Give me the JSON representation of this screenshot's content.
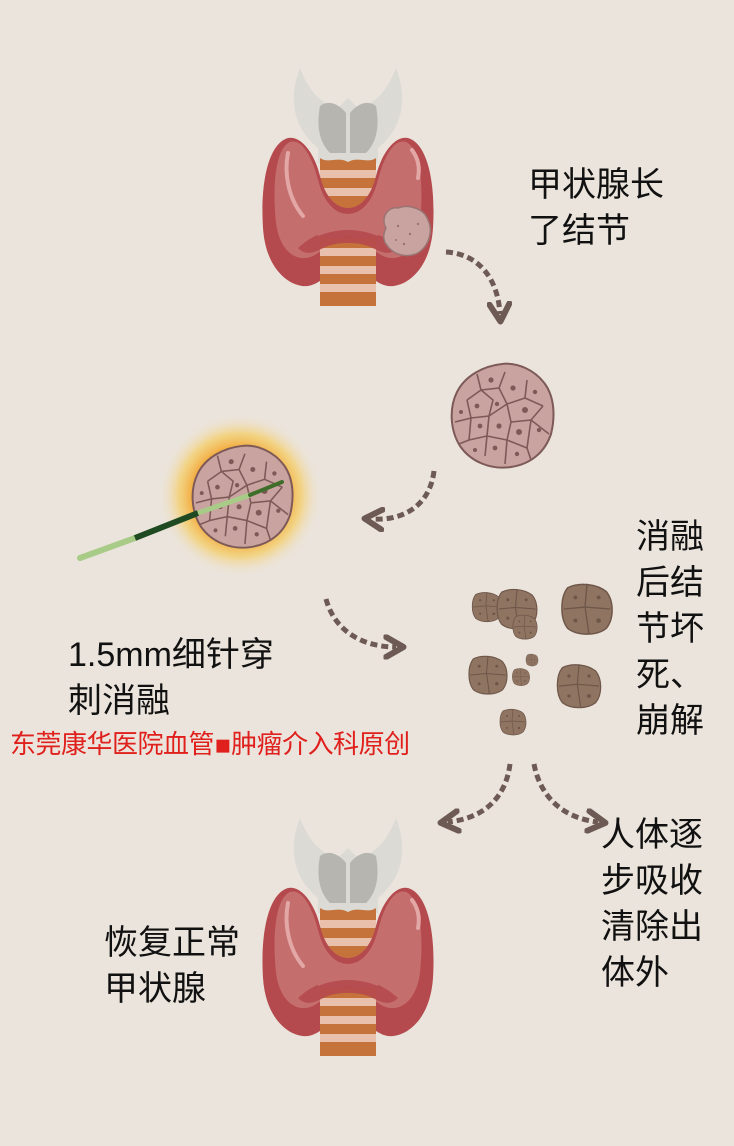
{
  "colors": {
    "background": "#ebe4dc",
    "thyroid_main": "#c46e6e",
    "thyroid_dark": "#b54a4e",
    "trachea_orange": "#c5733a",
    "trachea_light": "#e8c0ac",
    "larynx_light": "#dcdad5",
    "larynx_dark": "#b7b5b0",
    "nodule_pink": "#c9a3a0",
    "nodule_outline": "#7d5a58",
    "necrotic_brown": "#8f7462",
    "arrow": "#6e5a55",
    "credit_red": "#e0201c"
  },
  "steps": [
    {
      "id": "nodule",
      "label": "甲状腺长\n了结节"
    },
    {
      "id": "ablation",
      "label": "1.5mm细针穿\n刺消融"
    },
    {
      "id": "necrosis",
      "label": "消融\n后结\n节坏\n死、\n崩解"
    },
    {
      "id": "absorb",
      "label": "人体逐\n步吸收\n清除出\n体外"
    },
    {
      "id": "normal",
      "label": "恢复正常\n甲状腺"
    }
  ],
  "credit": "东莞康华医院血管▪肿瘤介入科原创",
  "icons": [
    "thyroid-with-nodule-icon",
    "nodule-cluster-icon",
    "ablation-needle-icon",
    "necrotic-fragments-icon",
    "healthy-thyroid-icon",
    "dashed-arrow-icon"
  ]
}
